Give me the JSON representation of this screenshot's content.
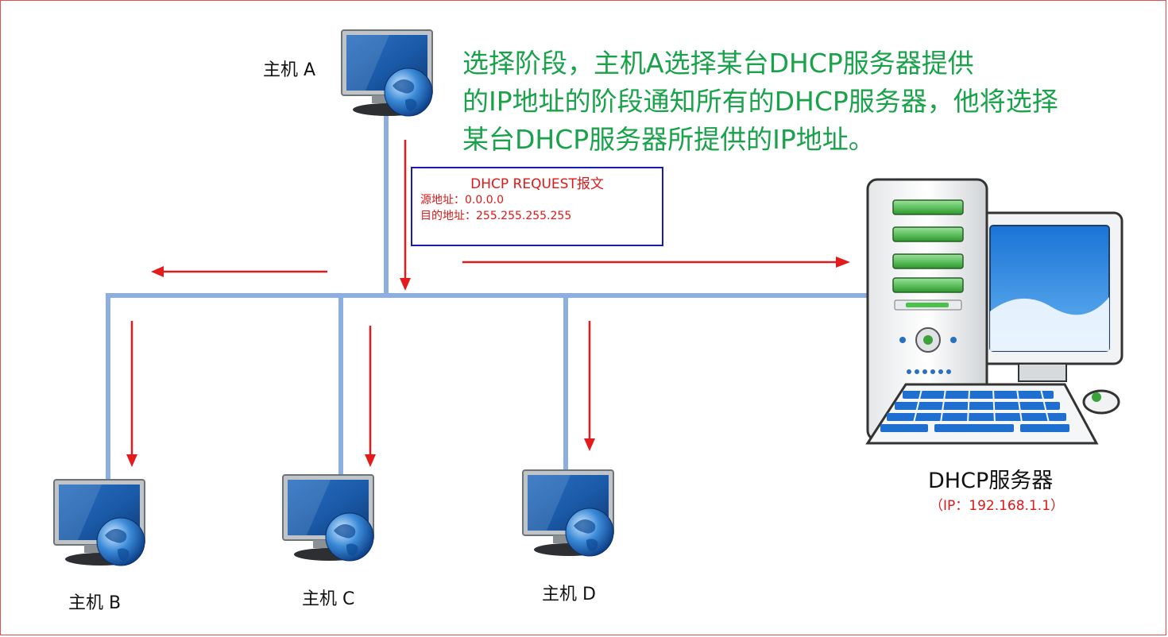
{
  "description_lines": [
    "选择阶段，主机A选择某台DHCP服务器提供",
    "的IP地址的阶段通知所有的DHCP服务器，他将选择",
    "某台DHCP服务器所提供的IP地址。"
  ],
  "packet": {
    "title": "DHCP REQUEST报文",
    "source": "源地址：0.0.0.0",
    "destination": "目的地址：255.255.255.255"
  },
  "hosts": {
    "a": "主机 A",
    "b": "主机 B",
    "c": "主机 C",
    "d": "主机 D"
  },
  "server": {
    "name": "DHCP服务器",
    "ip": "（IP：192.168.1.1）"
  },
  "colors": {
    "bus": "#8caee0",
    "arrow": "#e21c1c",
    "description": "#19a24a",
    "packet_border": "#1a1ab8",
    "packet_text": "#e01818"
  }
}
